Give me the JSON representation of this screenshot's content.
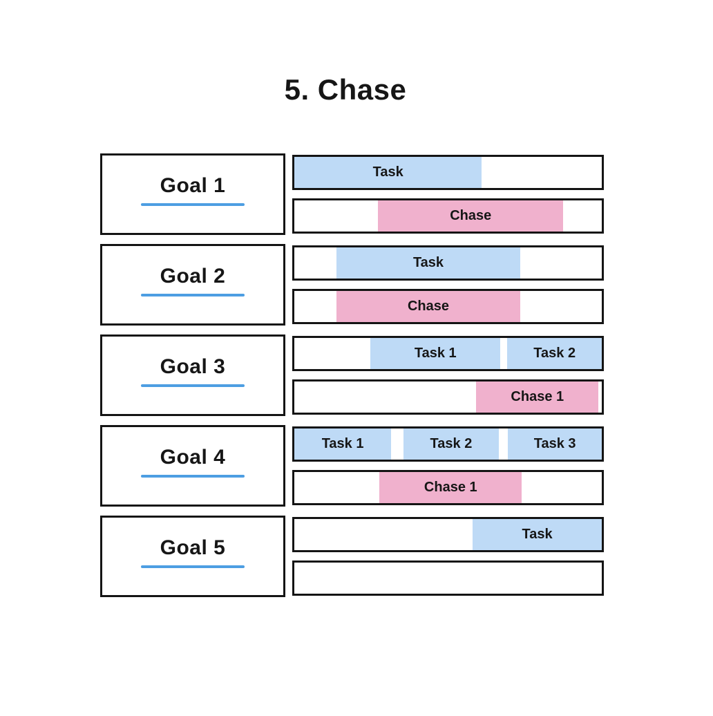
{
  "title": "5. Chase",
  "colors": {
    "task_fill": "#bedaf6",
    "chase_fill": "#f0b1cd",
    "underline": "#4d9ee2",
    "border": "#141414",
    "text": "#161616",
    "background": "#ffffff"
  },
  "goals": [
    {
      "label": "Goal 1",
      "rows": [
        {
          "name": "task-row",
          "bars": [
            {
              "label": "Task",
              "kind": "task",
              "start": 0,
              "end": 61.0
            }
          ]
        },
        {
          "name": "chase-row",
          "bars": [
            {
              "label": "Chase",
              "kind": "chase",
              "start": 27.3,
              "end": 87.4
            }
          ]
        }
      ]
    },
    {
      "label": "Goal 2",
      "rows": [
        {
          "name": "task-row",
          "bars": [
            {
              "label": "Task",
              "kind": "task",
              "start": 13.7,
              "end": 73.5
            }
          ]
        },
        {
          "name": "chase-row",
          "bars": [
            {
              "label": "Chase",
              "kind": "chase",
              "start": 13.7,
              "end": 73.5
            }
          ]
        }
      ]
    },
    {
      "label": "Goal 3",
      "rows": [
        {
          "name": "task-row",
          "bars": [
            {
              "label": "Task 1",
              "kind": "task",
              "start": 24.8,
              "end": 67.0
            },
            {
              "label": "Task 2",
              "kind": "task",
              "start": 69.3,
              "end": 100
            }
          ]
        },
        {
          "name": "chase-row",
          "bars": [
            {
              "label": "Chase 1",
              "kind": "chase",
              "start": 59.2,
              "end": 98.9
            }
          ]
        }
      ]
    },
    {
      "label": "Goal 4",
      "rows": [
        {
          "name": "task-row",
          "bars": [
            {
              "label": "Task 1",
              "kind": "task",
              "start": 0,
              "end": 31.5
            },
            {
              "label": "Task 2",
              "kind": "task",
              "start": 35.5,
              "end": 66.5
            },
            {
              "label": "Task 3",
              "kind": "task",
              "start": 69.5,
              "end": 100
            }
          ]
        },
        {
          "name": "chase-row",
          "bars": [
            {
              "label": "Chase 1",
              "kind": "chase",
              "start": 27.7,
              "end": 74.0
            }
          ]
        }
      ]
    },
    {
      "label": "Goal 5",
      "rows": [
        {
          "name": "task-row",
          "bars": [
            {
              "label": "Task",
              "kind": "task",
              "start": 58.0,
              "end": 100
            }
          ]
        },
        {
          "name": "chase-row",
          "bars": []
        }
      ]
    }
  ]
}
